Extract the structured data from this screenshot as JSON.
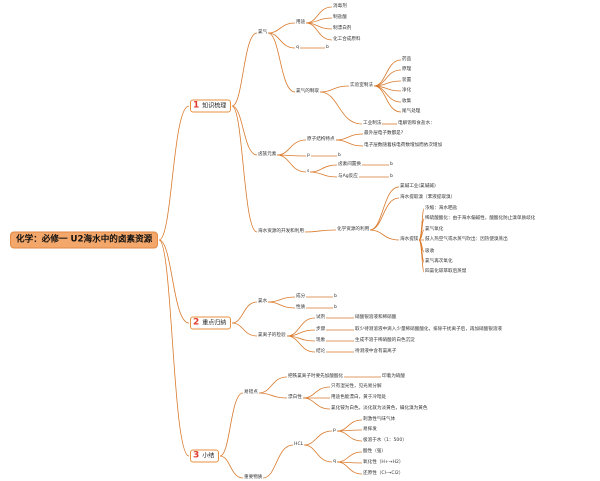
{
  "colors": {
    "line": "#d9792b",
    "root_fill": "#f4a76a",
    "number": "#e23a2c"
  },
  "root": "化学：必修一 U2海水中的卤素资源",
  "sections": [
    {
      "num": "1",
      "label": "知识梳理"
    },
    {
      "num": "2",
      "label": "重点归纳"
    },
    {
      "num": "3",
      "label": "小结"
    }
  ],
  "nodes": {
    "chlorine": "氯气",
    "uses": "用途",
    "use_items": [
      "消毒剂",
      "制盐酸",
      "制漂白剂",
      "化工合成原料"
    ],
    "q1": "q",
    "b1": "b",
    "cl_prep": "氯气的制取",
    "lab_method": "实验室制法",
    "lab_items": [
      "药品",
      "原理",
      "装置",
      "净化",
      "收集",
      "尾气处理"
    ],
    "industrial": "工业制法",
    "industrial_desc": "电解饱和食盐水：",
    "halogens": "卤族元素",
    "atomic_structure": "原子结构特点",
    "atom_q1": "最外层电子数都是?",
    "atom_q2": "电子层数随着核电荷数增加而依次增加",
    "p1": "p",
    "b2": "b",
    "s1": "s",
    "halide_compare": "卤素间置换",
    "b3": "b",
    "ag_reaction": "与Ag反应",
    "b4": "b",
    "seawater_use": "海水资源的开发和利用",
    "chem_resources": "化学资源的利用",
    "chlor_alkali": "氯碱工业(氯碱碱)",
    "seawater_br": "海水提取溴（苯液提取溴）",
    "br_steps": [
      "浓缩：海水晒盐",
      "稀硫酸酸化：由于海水偏碱性，酸酸化防止溴单质歧化",
      "氯气氧化",
      "鼓入热空气或水蒸气吹出：因热使溴蒸出"
    ],
    "seawater_mg": "海水提镁",
    "mg_steps": [
      "吸收",
      "氯气再次氧化",
      "四氯化碳萃取后蒸馏"
    ],
    "chlorine_water": "氯水",
    "composition": "成分",
    "b5": "b",
    "properties": "性质",
    "b6": "b",
    "chloride_test": "氯离子的检验",
    "test_reagent": "试剂",
    "test_reagent_desc": "硝酸银溶液和稀硝酸",
    "test_steps": "步骤",
    "test_steps_desc": "取少待测溶液中滴入少量稀硝酸酸化，排除干扰离子后，再加硝酸银溶液",
    "test_phenomenon": "现象",
    "test_phenomenon_desc": "生成不溶于稀硝酸的白色沉淀",
    "test_conclusion": "结论",
    "test_conclusion_desc": "待测液中含有氯离子",
    "easy_points": "易错点",
    "e1": "把铁氯离子时要先加酸酸化",
    "e1b": "印着为硝酸",
    "bleach": "漂白性",
    "bleach_items": [
      "只有湿光性，见光易分解",
      "用途色能漂白，黄于冷暗处",
      "氯化铵为白色，淡化就为淡黄色，碘化溴为黄色"
    ],
    "hcl": "HCL",
    "p2": "p",
    "hcl_p_items": [
      "刺激性气味气体",
      "易挥发",
      "极溶于水（1：500）"
    ],
    "q2": "q",
    "hcl_q_items": [
      "酸性（强）",
      "氧化性（H+→H2）",
      "还原性（Cl-→Cl2）"
    ],
    "important_substances": "重要物质"
  }
}
